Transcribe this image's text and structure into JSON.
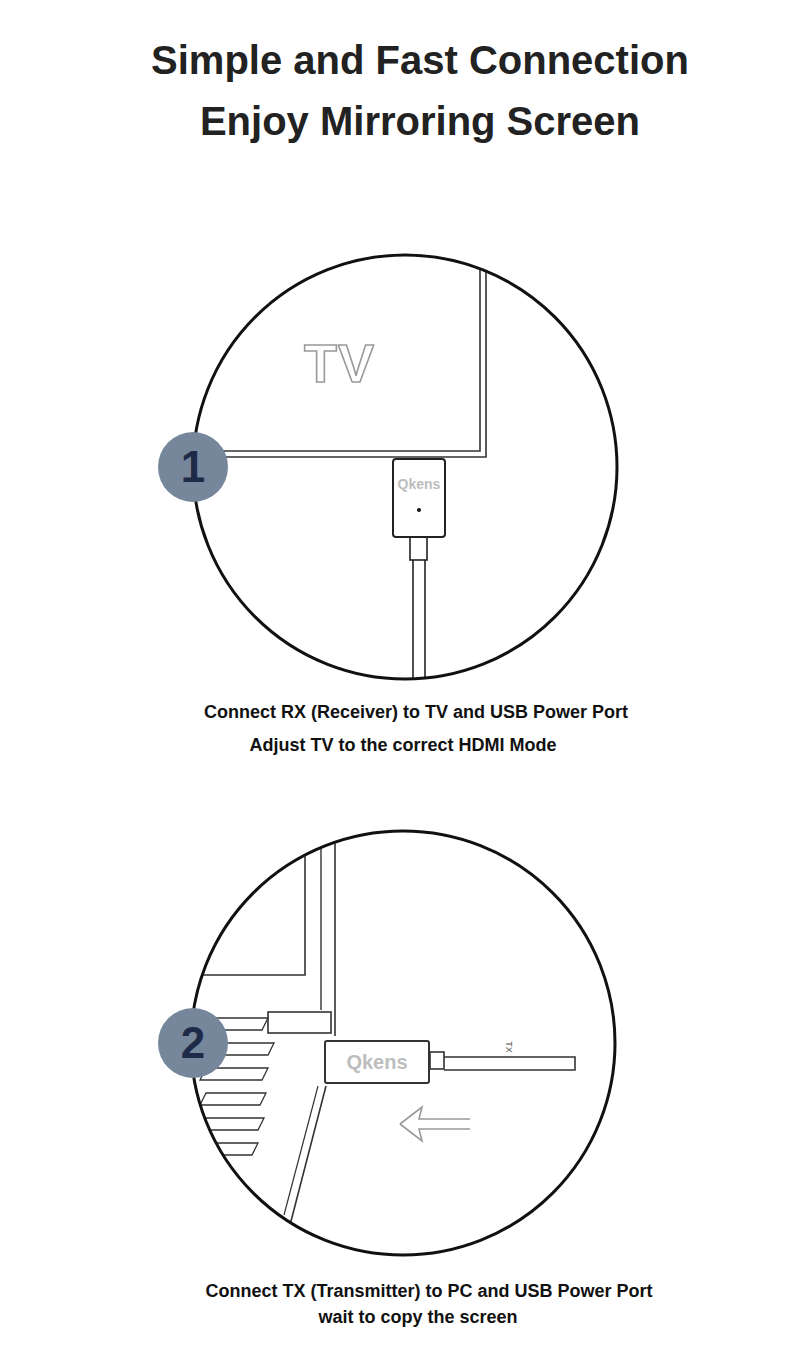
{
  "diagram": {
    "title": "Simple and Fast Connection Enjoy Mirroring Screen",
    "nodes": [
      {
        "text": [
          "TV"
        ]
      },
      {
        "text": [
          "1"
        ]
      },
      {
        "text": [
          "Qkens"
        ]
      },
      {
        "text": [
          "2"
        ]
      },
      {
        "text": [
          "Qkens"
        ]
      }
    ],
    "labels": [
      "Connect RX (Receiver) to TV and USB Power Port",
      "Adjust TV to the correct HDMI Mode",
      "TX",
      "Connect TX (Transmitter) to PC and USB Power Port",
      "wait to copy the screen"
    ]
  }
}
